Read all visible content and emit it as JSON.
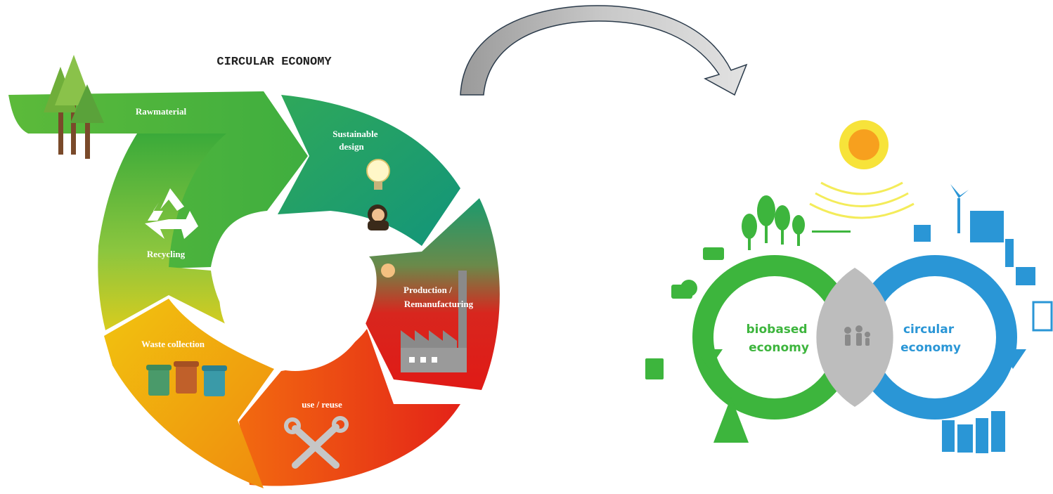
{
  "left_diagram": {
    "title": "CIRCULAR ECONOMY",
    "segments": [
      {
        "label_lines": [
          "Rawmaterial"
        ],
        "icon": "trees-icon"
      },
      {
        "label_lines": [
          "Sustainable",
          "design"
        ],
        "icon": "lightbulb-icon"
      },
      {
        "label_lines": [
          "Production /",
          "Remanufacturing"
        ],
        "icon": "factory-icon"
      },
      {
        "label_lines": [
          "use / reuse"
        ],
        "icon": "wrench-icon"
      },
      {
        "label_lines": [
          "Waste collection"
        ],
        "icon": "bins-icon"
      },
      {
        "label_lines": [
          "Recycling"
        ],
        "icon": "recycle-icon"
      }
    ]
  },
  "connector": {
    "icon": "curved-arrow-icon"
  },
  "right_diagram": {
    "left_circle": {
      "lines": [
        "biobased",
        "economy"
      ],
      "color": "#3db53d"
    },
    "right_circle": {
      "lines": [
        "circular",
        "economy"
      ],
      "color": "#2a96d6"
    },
    "overlap_color": "#bdbdbd",
    "sun_color": "#f7a01e",
    "icons": [
      "sun-icon",
      "trees-icon",
      "windmill-icon",
      "factory-icon",
      "people-icon",
      "buildings-icon"
    ]
  }
}
